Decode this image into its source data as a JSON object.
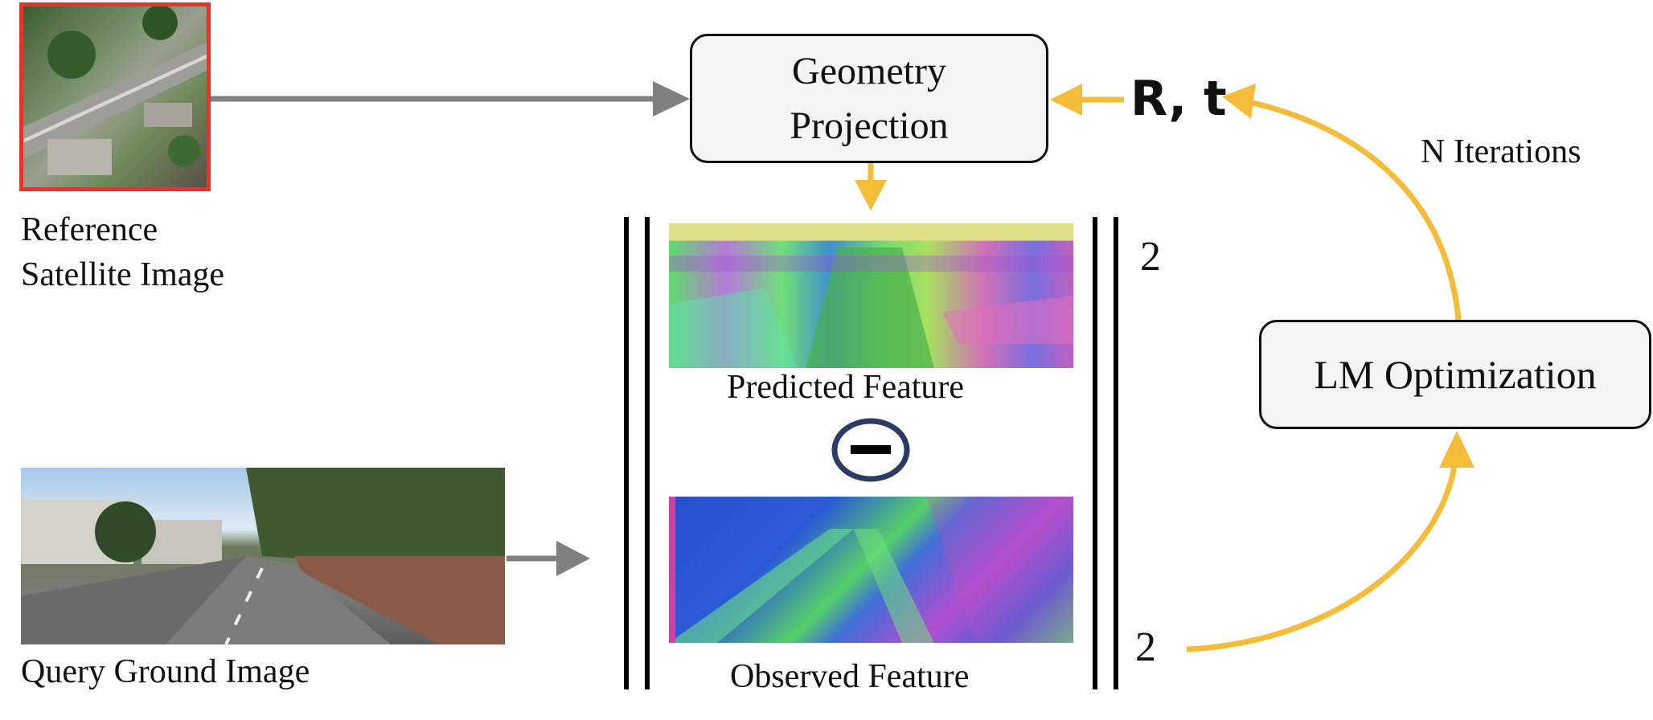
{
  "reference": {
    "line1": "Reference",
    "line2": "Satellite Image"
  },
  "query": {
    "label": "Query Ground Image"
  },
  "geometry_box": {
    "line1": "Geometry",
    "line2": "Projection"
  },
  "pose": {
    "label": "R, t"
  },
  "iterations": {
    "label": "N Iterations"
  },
  "lm_box": {
    "label": "LM Optimization"
  },
  "predicted": {
    "label": "Predicted Feature"
  },
  "observed": {
    "label": "Observed Feature"
  },
  "norm": {
    "exponent_top": "2",
    "exponent_bottom": "2"
  },
  "colors": {
    "arrow_gray": "#808080",
    "arrow_yellow": "#f5bc3a",
    "highlight_red": "#e8332a",
    "minus_ring": "#2d3a66"
  }
}
